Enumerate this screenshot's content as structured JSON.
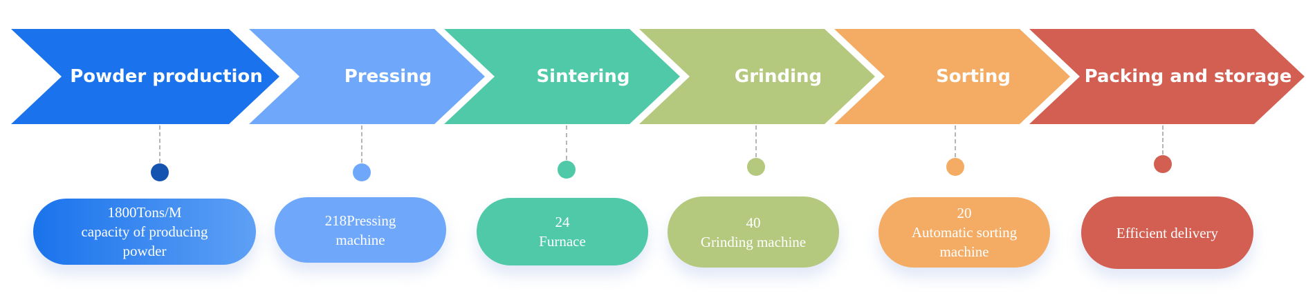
{
  "steps": [
    {
      "title": "Powder  production",
      "color": "#1a73ec",
      "dot_color": "#1454b0",
      "detail": [
        "1800Tons/M",
        "capacity of producing",
        "powder"
      ]
    },
    {
      "title": "Pressing",
      "color": "#6fa8fb",
      "dot_color": "#6fa8fb",
      "detail": [
        "218Pressing",
        "machine"
      ]
    },
    {
      "title": "Sintering",
      "color": "#4fc9a8",
      "dot_color": "#4fc9a8",
      "detail": [
        "24",
        "Furnace"
      ]
    },
    {
      "title": "Grinding",
      "color": "#b4c97e",
      "dot_color": "#b4c97e",
      "detail": [
        "40",
        "Grinding machine"
      ]
    },
    {
      "title": "Sorting",
      "color": "#f4ac64",
      "dot_color": "#f4ac64",
      "detail": [
        "20",
        "Automatic sorting",
        "machine"
      ]
    },
    {
      "title": "Packing and storage",
      "color": "#d25f52",
      "dot_color": "#d25f52",
      "detail": [
        "Efficient delivery"
      ]
    }
  ]
}
